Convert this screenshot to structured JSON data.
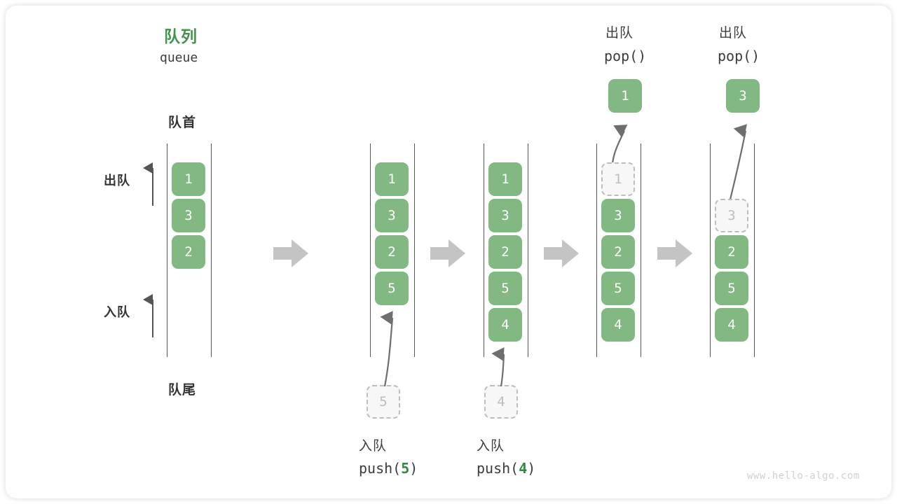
{
  "watermark": "www.hello-algo.com",
  "colors": {
    "green": "#82b881",
    "green_text": "#42944a",
    "ghost_fill": "#f7f7f7",
    "ghost_border": "#bdbdbd",
    "rail": "#555555",
    "arrow_gray": "#c4c4c4",
    "curve_arrow": "#6e6e6e",
    "text": "#3c3c3c"
  },
  "header": {
    "title_cn": "队列",
    "title_en": "queue",
    "front_label": "队首",
    "rear_label": "队尾"
  },
  "side_labels": {
    "dequeue": "出队",
    "enqueue": "入队"
  },
  "columns": [
    {
      "id": "initial",
      "cells": [
        {
          "value": "1",
          "state": "filled"
        },
        {
          "value": "3",
          "state": "filled"
        },
        {
          "value": "2",
          "state": "filled"
        }
      ]
    },
    {
      "id": "after-push-5",
      "cells": [
        {
          "value": "1",
          "state": "filled"
        },
        {
          "value": "3",
          "state": "filled"
        },
        {
          "value": "2",
          "state": "filled"
        },
        {
          "value": "5",
          "state": "filled"
        }
      ],
      "incoming": {
        "value": "5",
        "state": "ghost"
      },
      "caption_cn": "入队",
      "caption_fn": "push(",
      "caption_arg": "5",
      "caption_fn_end": ")"
    },
    {
      "id": "after-push-4",
      "cells": [
        {
          "value": "1",
          "state": "filled"
        },
        {
          "value": "3",
          "state": "filled"
        },
        {
          "value": "2",
          "state": "filled"
        },
        {
          "value": "5",
          "state": "filled"
        },
        {
          "value": "4",
          "state": "filled"
        }
      ],
      "incoming": {
        "value": "4",
        "state": "ghost"
      },
      "caption_cn": "入队",
      "caption_fn": "push(",
      "caption_arg": "4",
      "caption_fn_end": ")"
    },
    {
      "id": "after-pop-1",
      "cells": [
        {
          "value": "1",
          "state": "ghost"
        },
        {
          "value": "3",
          "state": "filled"
        },
        {
          "value": "2",
          "state": "filled"
        },
        {
          "value": "5",
          "state": "filled"
        },
        {
          "value": "4",
          "state": "filled"
        }
      ],
      "popped": {
        "value": "1",
        "state": "filled"
      },
      "header_cn": "出队",
      "header_fn": "pop()"
    },
    {
      "id": "after-pop-3",
      "cells": [
        {
          "value": "",
          "state": "empty"
        },
        {
          "value": "3",
          "state": "ghost"
        },
        {
          "value": "2",
          "state": "filled"
        },
        {
          "value": "5",
          "state": "filled"
        },
        {
          "value": "4",
          "state": "filled"
        }
      ],
      "popped": {
        "value": "3",
        "state": "filled"
      },
      "header_cn": "出队",
      "header_fn": "pop()"
    }
  ]
}
